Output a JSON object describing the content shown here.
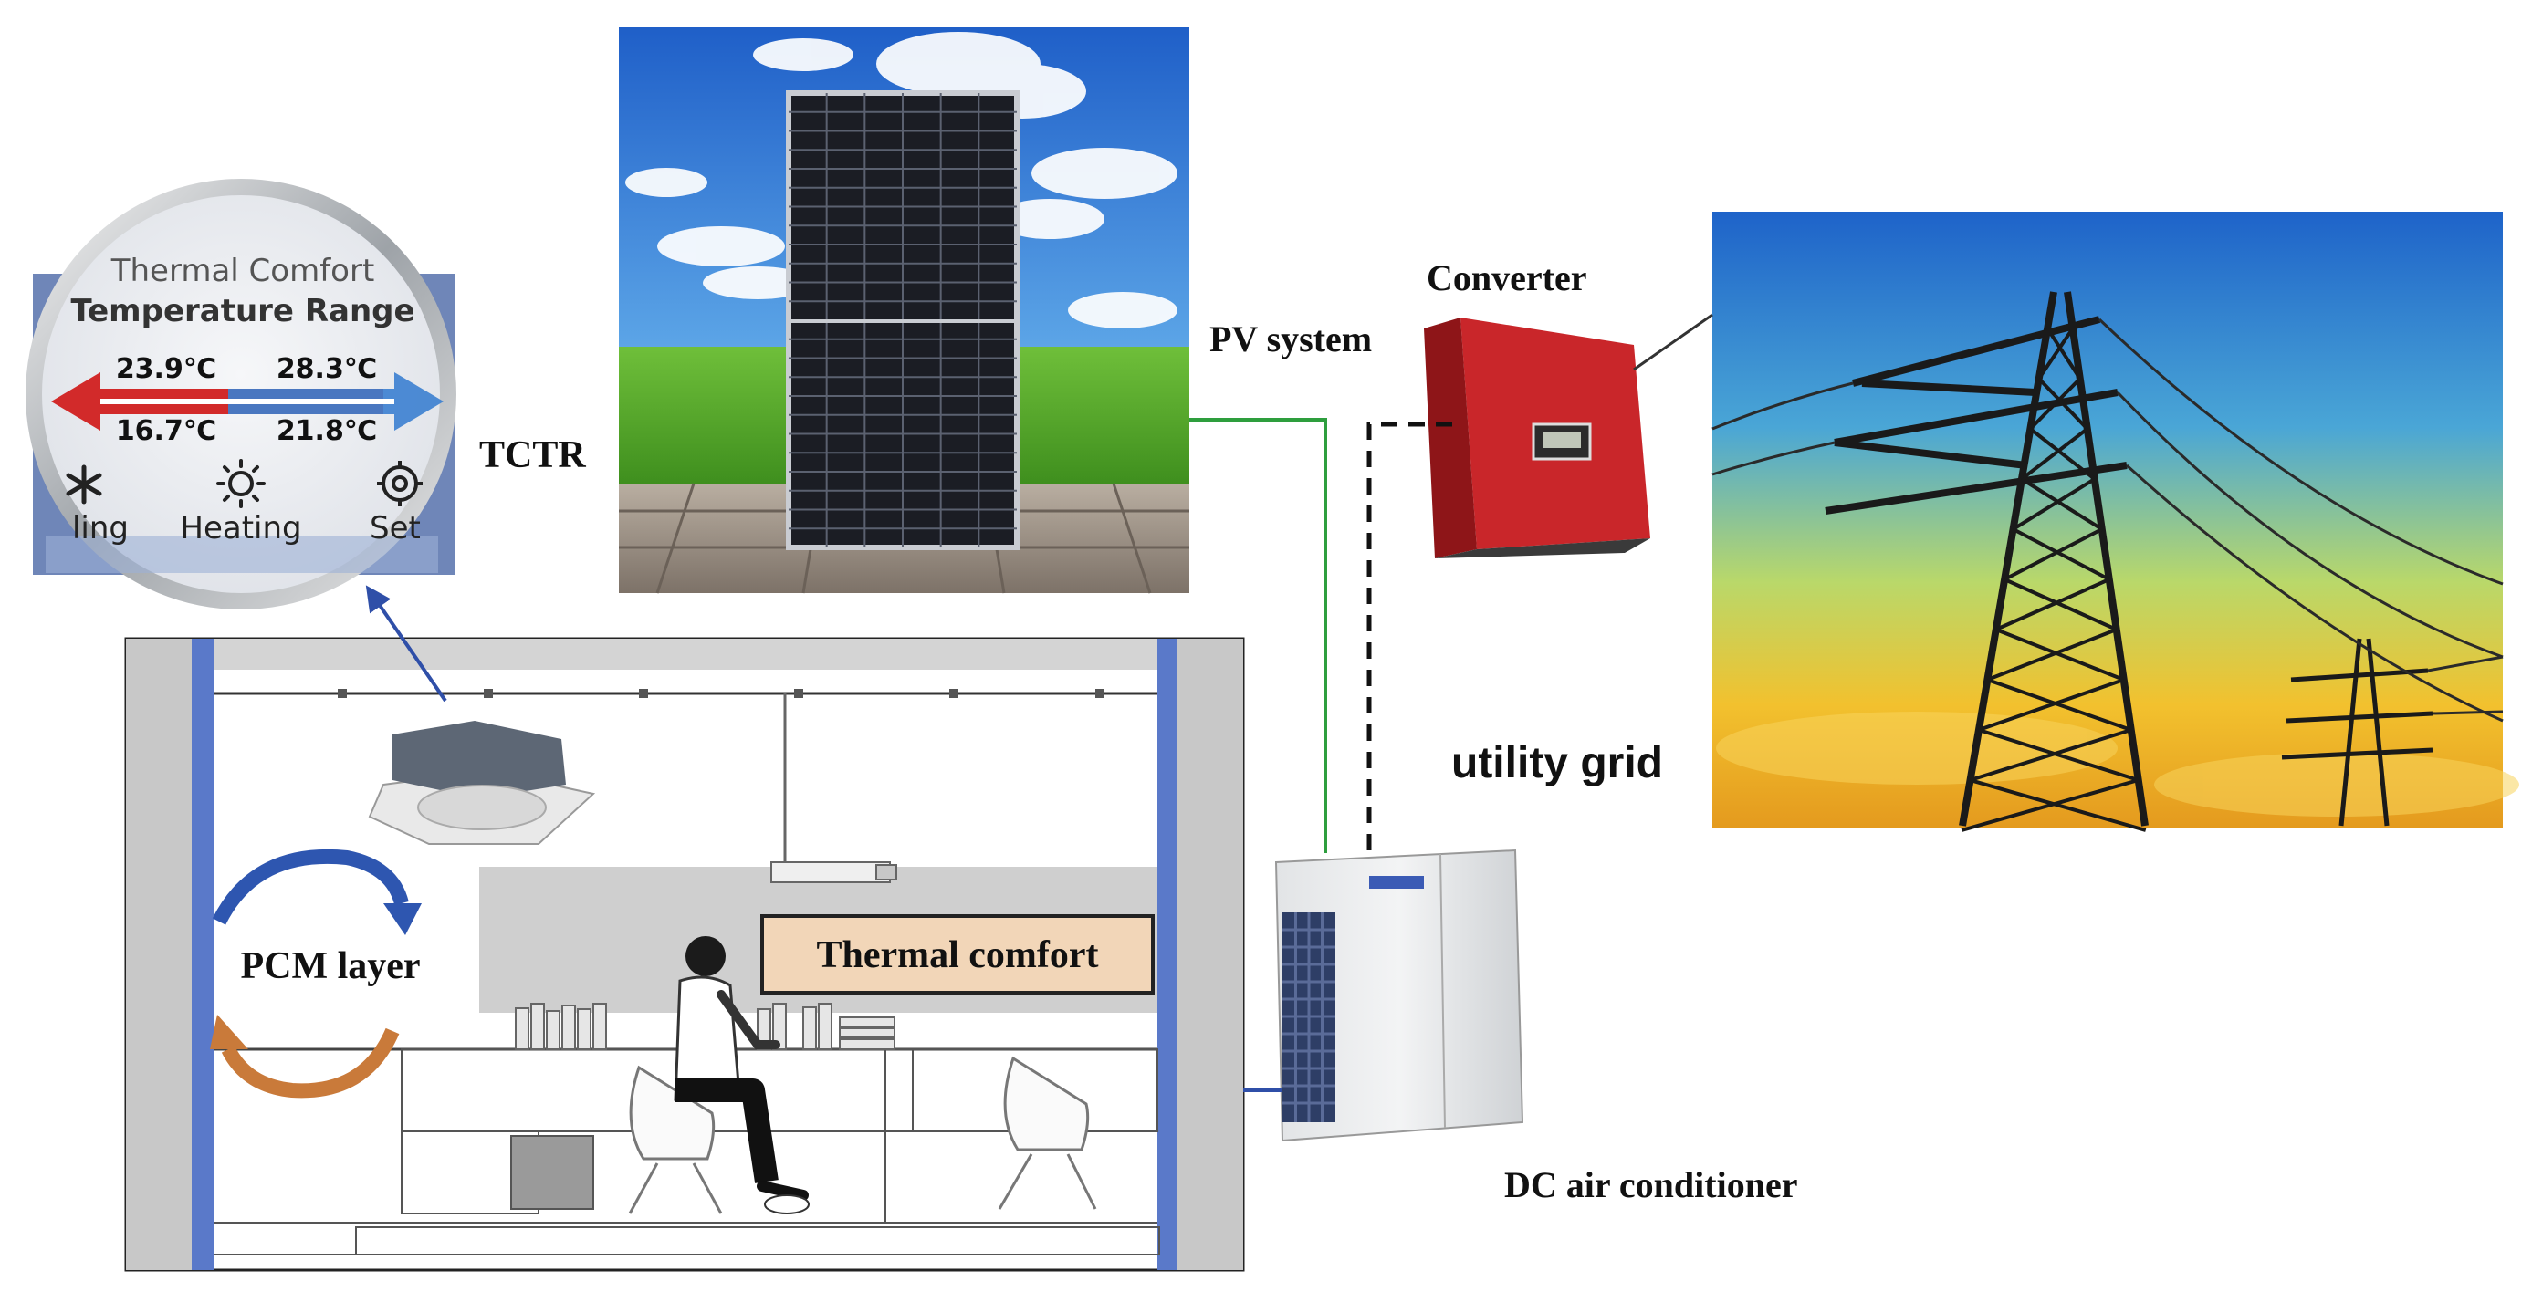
{
  "labels": {
    "tctr": "TCTR",
    "pv_system": "PV system",
    "converter": "Converter",
    "utility_grid": "utility grid",
    "dc_air_conditioner": "DC air conditioner",
    "pcm_layer": "PCM layer",
    "thermal_comfort": "Thermal comfort"
  },
  "thermostat": {
    "title_line1": "Thermal Comfort",
    "title_line2": "Temperature Range",
    "cooling_upper": "23.9℃",
    "heating_upper": "28.3℃",
    "cooling_lower": "16.7℃",
    "heating_lower": "21.8℃",
    "mode_cooling": "ling",
    "mode_heating": "Heating",
    "mode_setting": "Set"
  },
  "colors": {
    "pv_line": "#2e9e3e",
    "signal_line": "#111111",
    "tctr_arrow": "#2f4fa8",
    "wall_blue": "#5a79c9",
    "comfort_box": "#f2d6b8",
    "converter_red": "#c9262a",
    "arrow_red": "#d22a2a",
    "arrow_blue": "#3b7fd0",
    "pcm_arrow_blue": "#2e56b0",
    "pcm_arrow_orange": "#c97a3a"
  },
  "icons": [
    "snowflake-icon",
    "sun-icon",
    "gear-icon"
  ]
}
